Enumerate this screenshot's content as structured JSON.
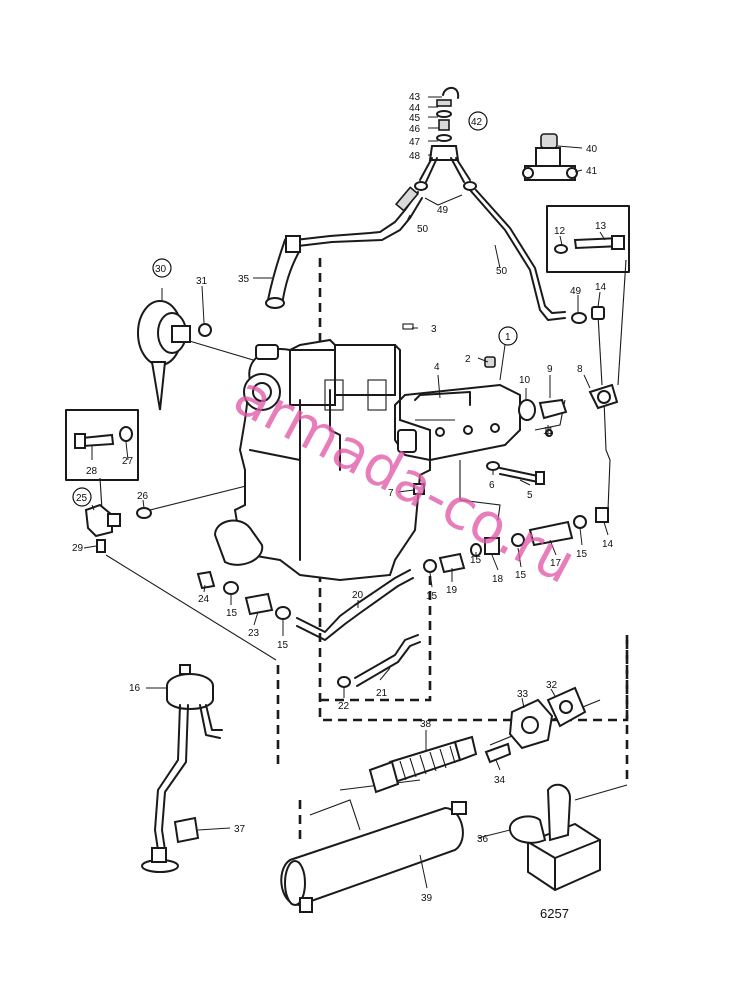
{
  "figure_number": "6257",
  "watermark": "armada-co.ru",
  "callouts": [
    {
      "id": "c43",
      "text": "43"
    },
    {
      "id": "c44",
      "text": "44"
    },
    {
      "id": "c45",
      "text": "45"
    },
    {
      "id": "c46",
      "text": "46"
    },
    {
      "id": "c47",
      "text": "47"
    },
    {
      "id": "c48",
      "text": "48"
    },
    {
      "id": "c42",
      "text": "42",
      "circled": true
    },
    {
      "id": "c40",
      "text": "40"
    },
    {
      "id": "c41",
      "text": "41"
    },
    {
      "id": "c49a",
      "text": "49"
    },
    {
      "id": "c50a",
      "text": "50"
    },
    {
      "id": "c50b",
      "text": "50"
    },
    {
      "id": "c12",
      "text": "12"
    },
    {
      "id": "c13",
      "text": "13"
    },
    {
      "id": "c30",
      "text": "30",
      "circled": true
    },
    {
      "id": "c31",
      "text": "31"
    },
    {
      "id": "c35",
      "text": "35"
    },
    {
      "id": "c3",
      "text": "3"
    },
    {
      "id": "c2",
      "text": "2"
    },
    {
      "id": "c1",
      "text": "1",
      "circled": true
    },
    {
      "id": "c4",
      "text": "4"
    },
    {
      "id": "c10",
      "text": "10"
    },
    {
      "id": "c9",
      "text": "9"
    },
    {
      "id": "c8",
      "text": "8"
    },
    {
      "id": "c49b",
      "text": "49"
    },
    {
      "id": "c14a",
      "text": "14"
    },
    {
      "id": "c11",
      "text": "11"
    },
    {
      "id": "c6",
      "text": "6"
    },
    {
      "id": "c5",
      "text": "5"
    },
    {
      "id": "c7",
      "text": "7"
    },
    {
      "id": "c28",
      "text": "28"
    },
    {
      "id": "c27",
      "text": "27"
    },
    {
      "id": "c25",
      "text": "25",
      "circled": true
    },
    {
      "id": "c26",
      "text": "26"
    },
    {
      "id": "c29",
      "text": "29"
    },
    {
      "id": "c24",
      "text": "24"
    },
    {
      "id": "c15a",
      "text": "15"
    },
    {
      "id": "c23",
      "text": "23"
    },
    {
      "id": "c15b",
      "text": "15"
    },
    {
      "id": "c20",
      "text": "20"
    },
    {
      "id": "c15c",
      "text": "15"
    },
    {
      "id": "c19",
      "text": "19"
    },
    {
      "id": "c15d",
      "text": "15"
    },
    {
      "id": "c18",
      "text": "18"
    },
    {
      "id": "c15e",
      "text": "15"
    },
    {
      "id": "c17",
      "text": "17"
    },
    {
      "id": "c15f",
      "text": "15"
    },
    {
      "id": "c14b",
      "text": "14"
    },
    {
      "id": "c21",
      "text": "21"
    },
    {
      "id": "c22",
      "text": "22"
    },
    {
      "id": "c16",
      "text": "16"
    },
    {
      "id": "c38",
      "text": "38"
    },
    {
      "id": "c33",
      "text": "33"
    },
    {
      "id": "c32",
      "text": "32"
    },
    {
      "id": "c34",
      "text": "34"
    },
    {
      "id": "c37",
      "text": "37"
    },
    {
      "id": "c36",
      "text": "36"
    },
    {
      "id": "c39",
      "text": "39"
    }
  ]
}
